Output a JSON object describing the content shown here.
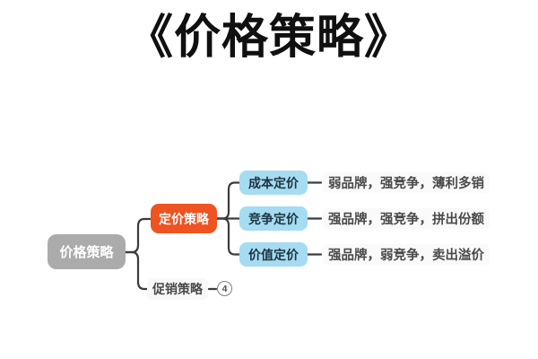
{
  "title": "《价格策略》",
  "colors": {
    "root_bg": "#ABABAB",
    "branch_bg": "#EE5322",
    "child_bg": "#A5DCF2",
    "child_text": "#1D3440",
    "note_text": "#4A4A4A",
    "line": "#3C3C3C",
    "title_text": "#101010"
  },
  "mindmap": {
    "root": {
      "label": "价格策略"
    },
    "branches": [
      {
        "label": "定价策略",
        "children": [
          {
            "label": "成本定价",
            "note": "弱品牌，强竞争，薄利多销"
          },
          {
            "label": "竞争定价",
            "note": "强品牌，强竞争，拼出份额"
          },
          {
            "label": "价值定价",
            "note": "强品牌，弱竞争，卖出溢价"
          }
        ]
      },
      {
        "label": "促销策略",
        "collapsed_count": "4"
      }
    ]
  }
}
